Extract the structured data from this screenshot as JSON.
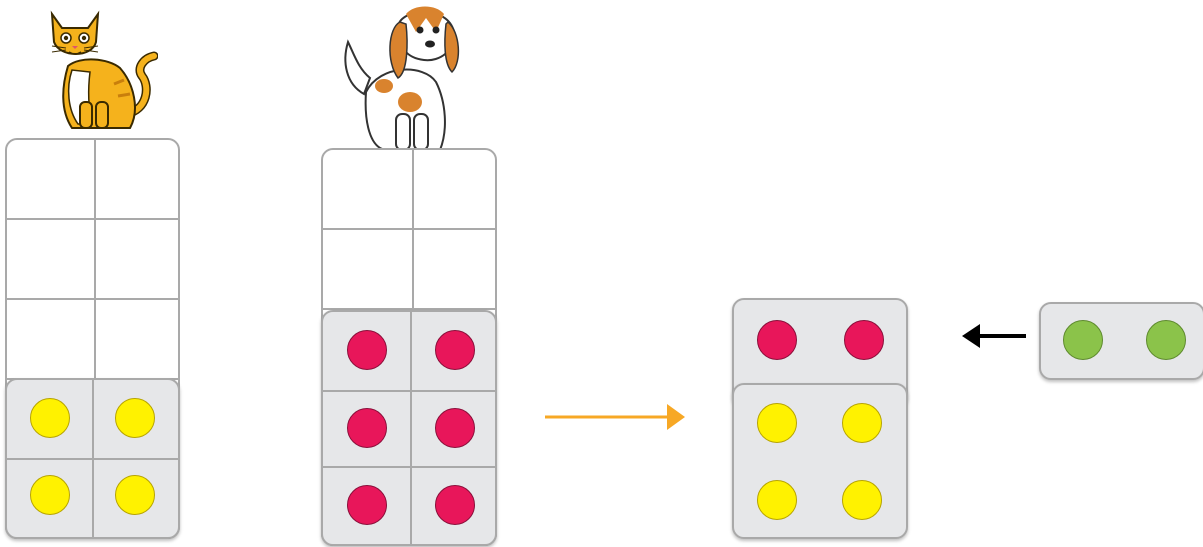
{
  "colors": {
    "yellow_counter": "#fff200",
    "yellow_counter_border": "#b7a400",
    "red_counter": "#e8165a",
    "red_counter_border": "#8a0f3a",
    "green_counter": "#8bc34a",
    "green_counter_border": "#5e8a2e",
    "tray_fill": "#e6e7e9",
    "grid_line": "#a9a9a9",
    "orange_arrow": "#f7a825",
    "black_arrow": "#000000"
  },
  "icons": {
    "cat": "cat-icon",
    "dog": "dog-icon",
    "right_arrow": "arrow-right-icon",
    "left_arrow": "arrow-left-icon"
  },
  "ten_frames": [
    {
      "owner": "cat",
      "counters": 4,
      "counter_color": "yellow"
    },
    {
      "owner": "dog",
      "counters": 6,
      "counter_color": "red"
    }
  ],
  "result_tray": {
    "red_counters": 2,
    "yellow_counters": 4
  },
  "incoming_tray": {
    "green_counters": 2
  }
}
